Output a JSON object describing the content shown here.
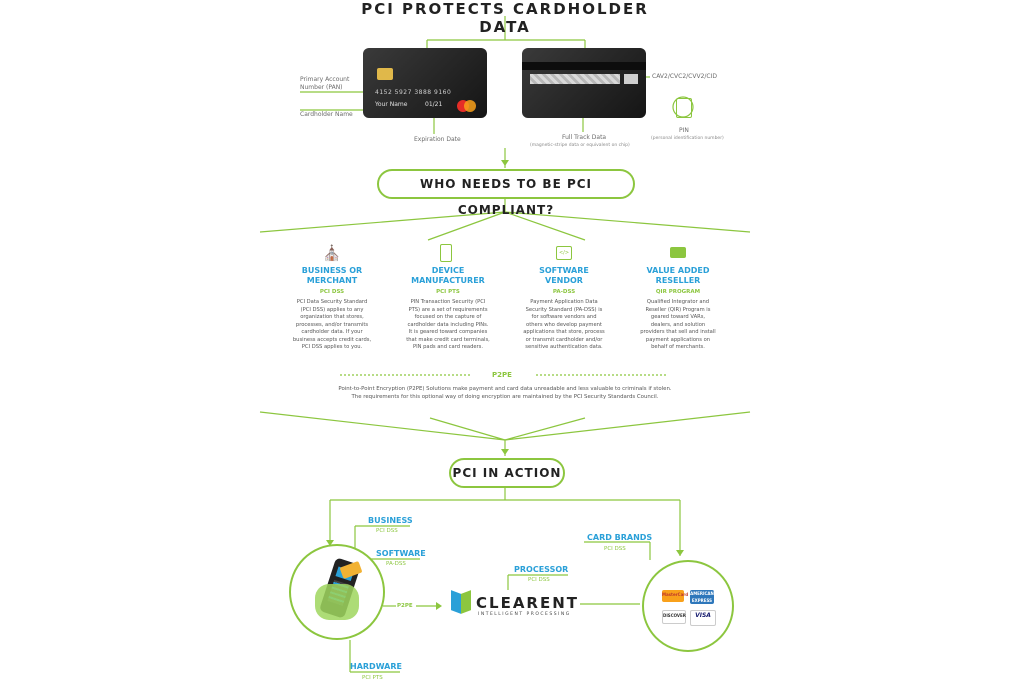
{
  "title": "PCI PROTECTS CARDHOLDER DATA",
  "card_front": {
    "number": "4152 5927 3888 9160",
    "name": "Your Name",
    "expiry": "01/21"
  },
  "card_labels": {
    "pan": "Primary Account Number (PAN)",
    "cardholder_name": "Cardholder Name",
    "expiration": "Expiration Date",
    "full_track": "Full Track Data",
    "full_track_sub": "(magnetic-stripe data or equivalent on chip)",
    "cvv": "CAV2/CVC2/CVV2/CID",
    "pin": "PIN",
    "pin_sub": "(personal identification number)"
  },
  "who_title": "WHO NEEDS TO BE PCI COMPLIANT?",
  "categories": [
    {
      "icon": "storefront-icon",
      "title1": "BUSINESS OR",
      "title2": "MERCHANT",
      "standard": "PCI DSS",
      "d1": "PCI Data Security Standard",
      "d2": "(PCI DSS) applies to any",
      "d3": "organization that stores,",
      "d4": "processes, and/or transmits",
      "d5": "cardholder data. If your",
      "d6": "business accepts credit cards,",
      "d7": "PCI DSS applies to you."
    },
    {
      "icon": "terminal-icon",
      "title1": "DEVICE",
      "title2": "MANUFACTURER",
      "standard": "PCI PTS",
      "d1": "PIN Transaction Security (PCI",
      "d2": "PTS) are a set of requirements",
      "d3": "focused on the capture of",
      "d4": "cardholder data including PINs.",
      "d5": "It is geared toward companies",
      "d6": "that make credit card terminals,",
      "d7": "PIN pads and card readers."
    },
    {
      "icon": "code-icon",
      "title1": "SOFTWARE",
      "title2": "VENDOR",
      "standard": "PA-DSS",
      "d1": "Payment Application Data",
      "d2": "Security Standard (PA-DSS) is",
      "d3": "for software vendors and",
      "d4": "others who develop payment",
      "d5": "applications that store, process",
      "d6": "or transmit cardholder and/or",
      "d7": "sensitive authentication data."
    },
    {
      "icon": "toolbox-icon",
      "title1": "VALUE ADDED",
      "title2": "RESELLER",
      "standard": "QIR PROGRAM",
      "d1": "Qualified Integrator and",
      "d2": "Reseller (QIR) Program is",
      "d3": "geared toward VARs,",
      "d4": "dealers, and solution",
      "d5": "providers that sell and install",
      "d6": "payment applications on",
      "d7": "behalf of merchants."
    }
  ],
  "p2pe": {
    "label": "P2PE",
    "line1": "Point-to-Point Encryption (P2PE) Solutions make payment and card data unreadable and less valuable to criminals if stolen.",
    "line2": "The requirements for this optional way of doing encryption are maintained by the PCI Security Standards Council."
  },
  "action_title": "PCI IN ACTION",
  "roles": {
    "business": "BUSINESS",
    "business_std": "PCI DSS",
    "software": "SOFTWARE",
    "software_std": "PA-DSS",
    "hardware": "HARDWARE",
    "hardware_std": "PCI PTS",
    "processor": "PROCESSOR",
    "processor_std": "PCI DSS",
    "card_brands": "CARD BRANDS",
    "card_brands_std": "PCI DSS",
    "arrow_label": "P2PE"
  },
  "clearent": {
    "name": "CLEARENT",
    "tagline": "INTELLIGENT PROCESSING"
  },
  "brands": {
    "mastercard": "MasterCard",
    "amex": "AMERICAN EXPRESS",
    "discover": "DISCOVER",
    "visa": "VISA"
  },
  "colors": {
    "accent": "#8cc63f",
    "heading_blue": "#2aa0d8",
    "text": "#3a3a3a"
  }
}
